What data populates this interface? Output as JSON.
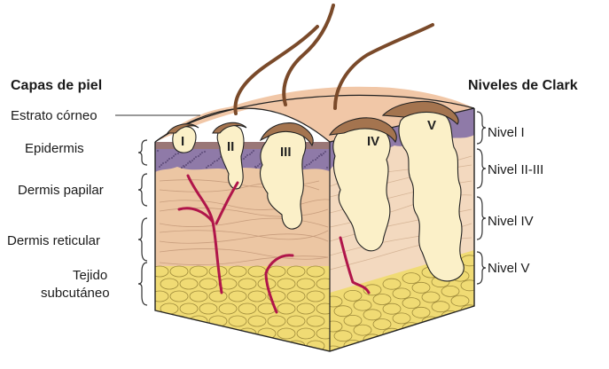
{
  "left_heading": "Capas de piel",
  "right_heading": "Niveles de Clark",
  "layers": [
    {
      "lines": [
        "Estrato córneo"
      ]
    },
    {
      "lines": [
        "Epidermis"
      ]
    },
    {
      "lines": [
        "Dermis papilar"
      ]
    },
    {
      "lines": [
        "Dermis reticular"
      ]
    },
    {
      "lines": [
        "Tejido",
        "subcutáneo"
      ]
    }
  ],
  "clark_levels": [
    "Nivel I",
    "Nivel II-III",
    "Nivel IV",
    "Nivel V"
  ],
  "lesion_numerals": [
    "I",
    "II",
    "III",
    "IV",
    "V"
  ],
  "colors": {
    "skin_top": "#f1c7a7",
    "dermis_front": "#ecc6a3",
    "dermis_side": "#f3d9bf",
    "epidermis_purple": "#8f7aa8",
    "tumor": "#fbf0c8",
    "crust": "#a4744f",
    "fat": "#f0db74",
    "hair": "#7a4a2a",
    "vessel": "#b0154a"
  }
}
